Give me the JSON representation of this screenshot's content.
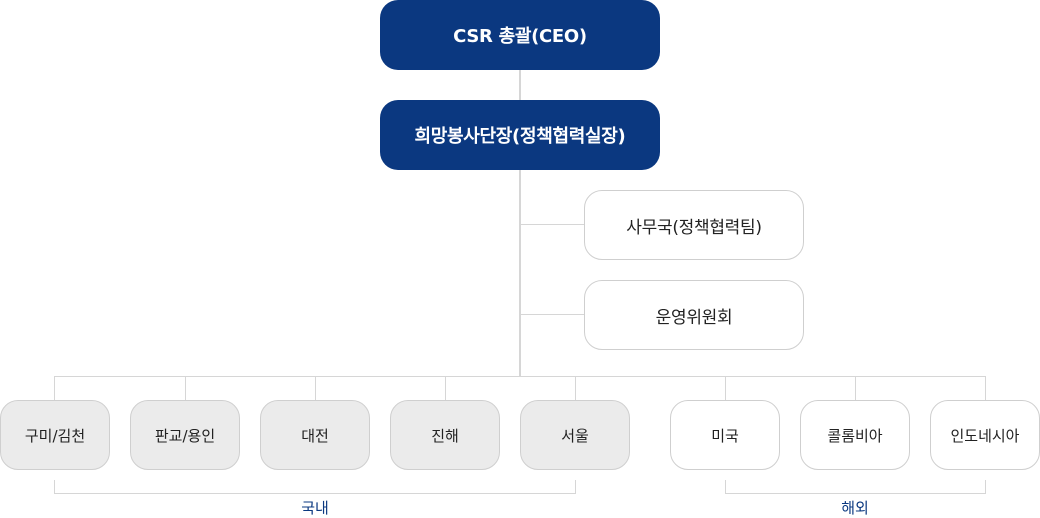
{
  "top": {
    "ceo": "CSR 총괄(CEO)",
    "head": "희망봉사단장(정책협력실장)"
  },
  "staff": [
    "사무국(정책협력팀)",
    "운영위원회"
  ],
  "domestic": {
    "label": "국내",
    "sites": [
      "구미/김천",
      "판교/용인",
      "대전",
      "진해",
      "서울"
    ]
  },
  "overseas": {
    "label": "해외",
    "sites": [
      "미국",
      "콜롬비아",
      "인도네시아"
    ]
  },
  "colors": {
    "primary": "#0b3880",
    "domestic_fill": "#ebebeb",
    "overseas_fill": "#ffffff",
    "line": "#d6d6d6"
  }
}
